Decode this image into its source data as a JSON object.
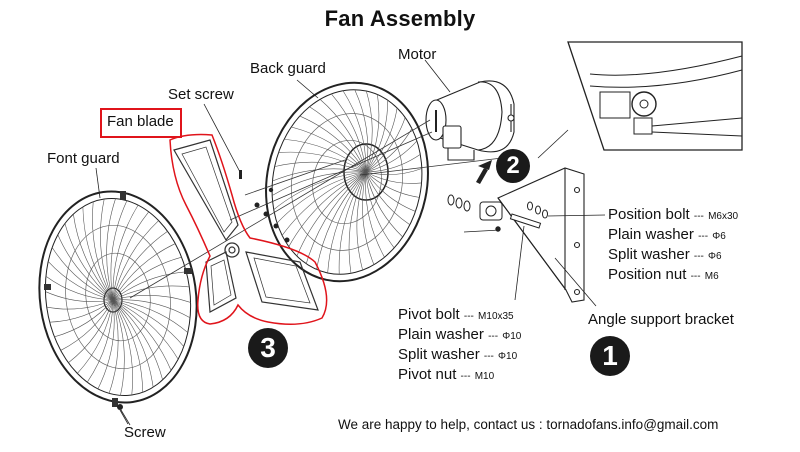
{
  "title": "Fan Assembly",
  "labels": {
    "front_guard": "Font guard",
    "fan_blade": "Fan blade",
    "set_screw": "Set screw",
    "back_guard": "Back guard",
    "motor": "Motor",
    "screw": "Screw",
    "angle_support_bracket": "Angle support bracket"
  },
  "position_specs": [
    {
      "name": "Position bolt",
      "sep": "---",
      "value": "M6x30"
    },
    {
      "name": "Plain washer",
      "sep": "---",
      "value": "Φ6"
    },
    {
      "name": "Split washer",
      "sep": "---",
      "value": "Φ6"
    },
    {
      "name": "Position nut",
      "sep": "---",
      "value": "M6"
    }
  ],
  "pivot_specs": [
    {
      "name": "Pivot bolt",
      "sep": "---",
      "value": "M10x35"
    },
    {
      "name": "Plain washer",
      "sep": "---",
      "value": "Φ10"
    },
    {
      "name": "Split washer",
      "sep": "---",
      "value": "Φ10"
    },
    {
      "name": "Pivot nut",
      "sep": "---",
      "value": "M10"
    }
  ],
  "steps": {
    "one": "1",
    "two": "2",
    "three": "3"
  },
  "contact": "We are happy to help, contact us : tornadofans.info@gmail.com",
  "colors": {
    "highlight": "#e0141b",
    "ink": "#111111",
    "step_circle": "#1a1a1a"
  }
}
